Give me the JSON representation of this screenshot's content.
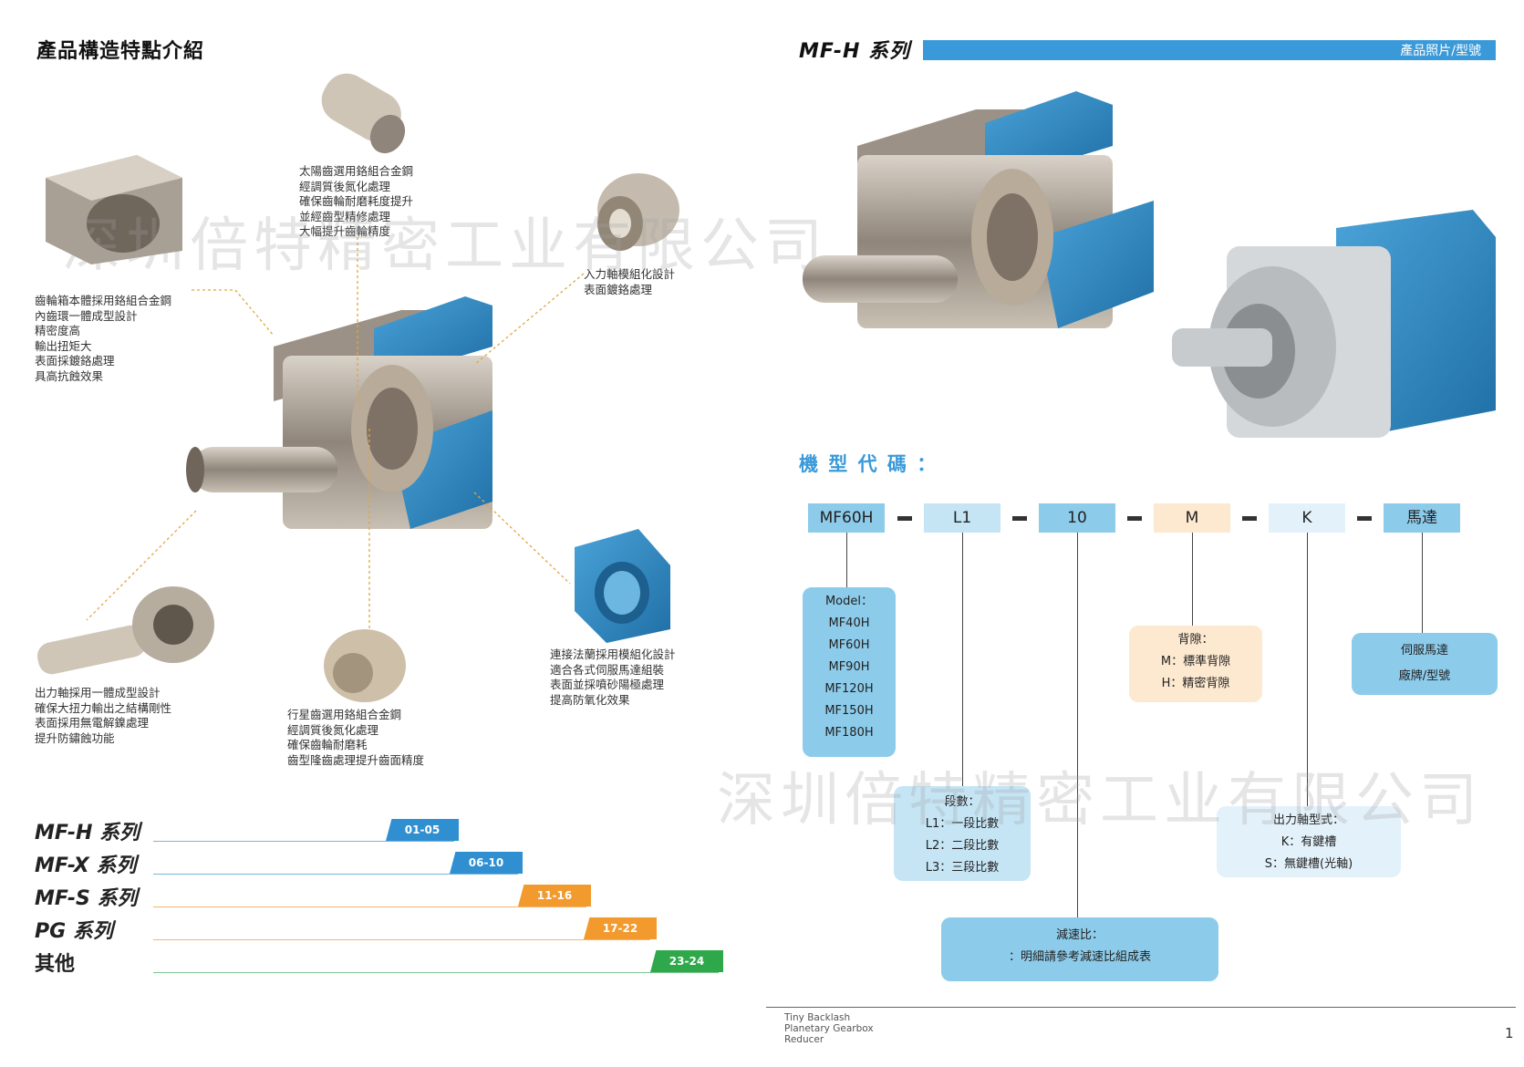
{
  "left": {
    "title": "產品構造特點介紹",
    "captions": {
      "sun_gear": "太陽齒選用鉻組合金鋼\n經調質後氮化處理\n確保齒輪耐磨耗度提升\n並經齒型精修處理\n大幅提升齒輪精度",
      "housing": "齒輪箱本體採用鉻組合金鋼\n內齒環一體成型設計\n精密度高\n輸出扭矩大\n表面採鍍鉻處理\n具高抗蝕效果",
      "input_shaft": "入力軸模組化設計\n表面鍍鉻處理",
      "output_shaft": "出力軸採用一體成型設計\n確保大扭力輸出之結構剛性\n表面採用無電解鎳處理\n提升防鏽蝕功能",
      "planet_gear": "行星齒選用鉻組合金鋼\n經調質後氮化處理\n確保齒輪耐磨耗\n齒型隆齒處理提升齒面精度",
      "flange": "連接法蘭採用模組化設計\n適合各式伺服馬達組裝\n表面並採噴砂陽極處理\n提高防氧化效果"
    },
    "series": [
      {
        "name": "MF-H 系列",
        "pages": "01-05",
        "color": "#2f8fd0"
      },
      {
        "name": "MF-X 系列",
        "pages": "06-10",
        "color": "#2f8fd0"
      },
      {
        "name": "MF-S 系列",
        "pages": "11-16",
        "color": "#f29a2e"
      },
      {
        "name": "PG 系列",
        "pages": "17-22",
        "color": "#f29a2e"
      },
      {
        "name": "其他",
        "pages": "23-24",
        "color": "#2ea84a"
      }
    ]
  },
  "right": {
    "title": "MF-H 系列",
    "banner_text": "產品照片/型號",
    "model_code_title": "機 型 代 碼 ：",
    "code_parts": [
      "MF60H",
      "L1",
      "10",
      "M",
      "K",
      "馬達"
    ],
    "model_box": {
      "label": "Model：",
      "items": [
        "MF40H",
        "MF60H",
        "MF90H",
        "MF120H",
        "MF150H",
        "MF180H"
      ]
    },
    "stage_box": {
      "label": "段數：",
      "items": [
        "L1：一段比數",
        "L2：二段比數",
        "L3：三段比數"
      ]
    },
    "ratio_box": {
      "label": "減速比：",
      "items": [
        "：明細請參考減速比組成表"
      ]
    },
    "backlash_box": {
      "label": "背隙：",
      "items": [
        "M：標準背隙",
        "H：精密背隙"
      ]
    },
    "output_box": {
      "label": "出力軸型式：",
      "items": [
        "K：有鍵槽",
        "S：無鍵槽(光軸)"
      ]
    },
    "motor_box": {
      "label": "伺服馬達",
      "items": [
        "廠牌/型號"
      ]
    },
    "footer": {
      "line1": "Tiny Backlash",
      "line2": "Planetary Gearbox",
      "line3": "Reducer",
      "page": "1"
    }
  },
  "watermark": "深圳倍特精密工业有限公司",
  "colors": {
    "blue_banner": "#3a9ad9",
    "light_blue": "#8ccbea",
    "pale_blue": "#c5e5f5",
    "peach": "#fde9d0"
  }
}
